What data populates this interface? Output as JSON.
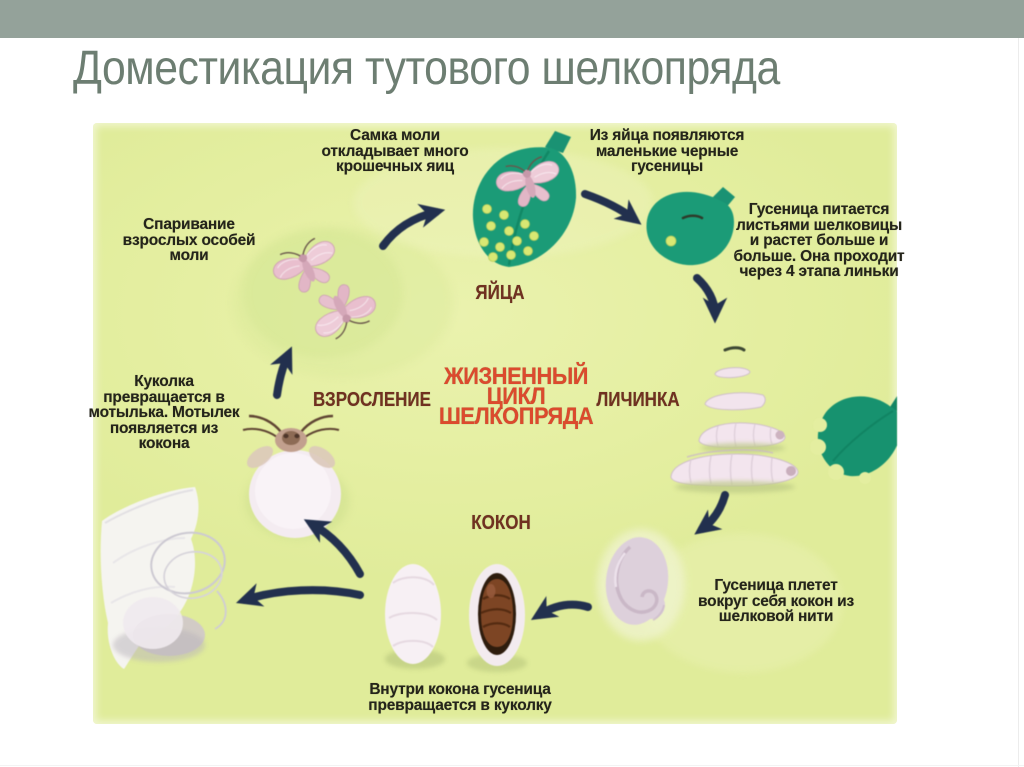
{
  "slide": {
    "title": "Доместикация тутового шелкопряда"
  },
  "diagram": {
    "center_title": "ЖИЗНЕННЫЙ\nЦИКЛ\nШЕЛКОПРЯДА",
    "stages": {
      "eggs": "ЯЙЦА",
      "larva": "ЛИЧИНКА",
      "cocoon": "КОКОН",
      "adult": "ВЗРОСЛЕНИЕ"
    },
    "annotations": {
      "female_lays": "Самка моли\nоткладывает много\nкрошечных яиц",
      "hatch": "Из яйца появляются\nмаленькие черные\nгусеницы",
      "feeding": "Гусеница питается\nлистьями шелковицы\nи растет больше и\nбольше. Она проходит\nчерез 4 этапа линьки",
      "mating": "Спаривание\nвзрослых особей\nмоли",
      "pupa_to_moth": "Куколка\nпревращается в\nмотылька. Мотылек\nпоявляется из\nкокона",
      "spinning": "Гусеница плетет\nвокруг себя кокон из\nшелковой нити",
      "inside_cocoon": "Внутри кокона гусеница\nпревращается в куколку"
    },
    "colors": {
      "top_bar": "#94a29a",
      "title_text": "#6d7e72",
      "diagram_background": "#e4eea0",
      "leaf_green": "#189a76",
      "arrow_navy": "#22304e",
      "cycle_title_red": "#de4a2e",
      "stage_label_dark_red": "#7c3122",
      "annotation_text": "#23231a",
      "moth_pink": "#e9bfce",
      "egg_yellow": "#d8e873"
    }
  }
}
